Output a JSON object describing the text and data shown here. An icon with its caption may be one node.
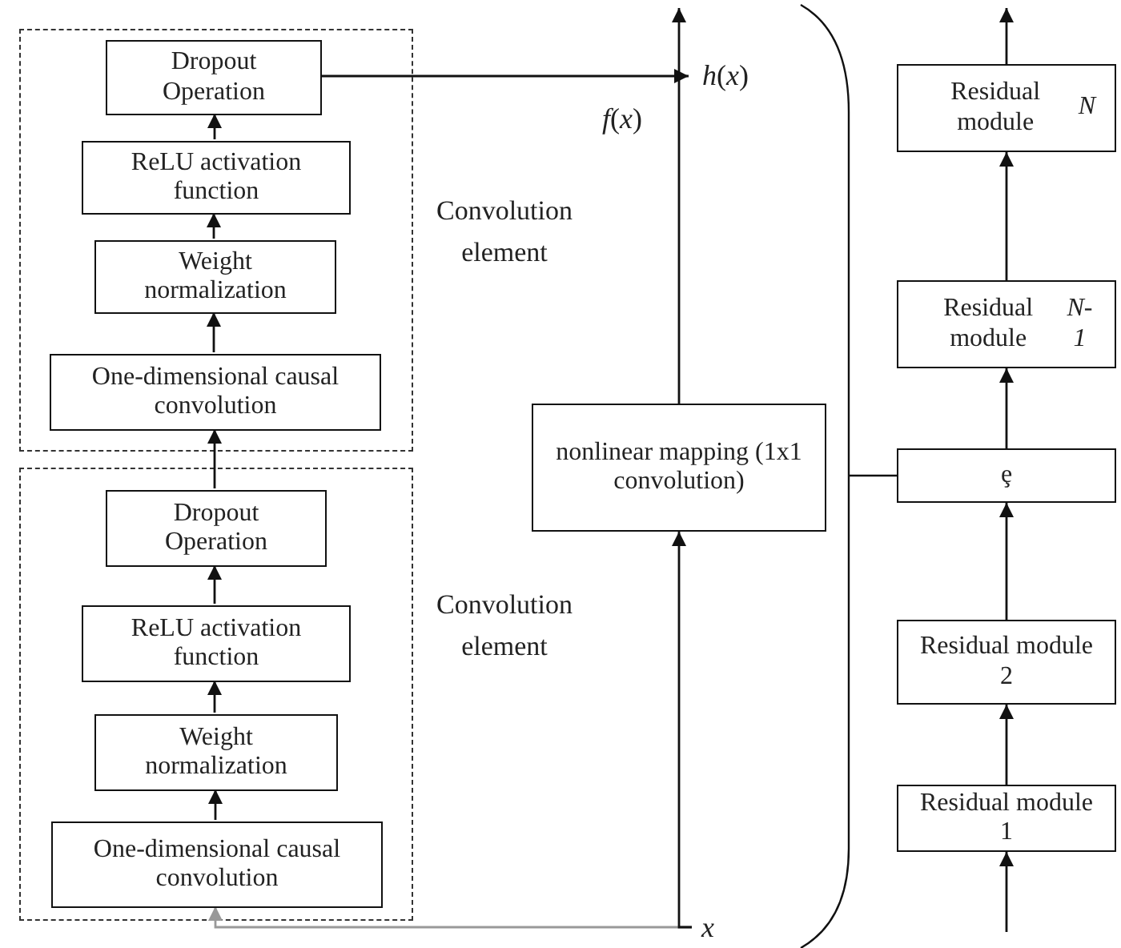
{
  "diagram": {
    "nodes": [
      {
        "text": [
          "Convolution element"
        ]
      },
      {
        "text": [
          "Dropout Operation"
        ],
        "in": 0
      },
      {
        "text": [
          "ReLU activation function"
        ],
        "in": 0
      },
      {
        "text": [
          "Weight normalization"
        ],
        "in": 0
      },
      {
        "text": [
          "One-dimensional causal convolution"
        ],
        "in": 0
      },
      {
        "text": [
          "Convolution element"
        ]
      },
      {
        "text": [
          "Dropout Operation"
        ],
        "in": 5
      },
      {
        "text": [
          "ReLU activation function"
        ],
        "in": 5
      },
      {
        "text": [
          "Weight normalization"
        ],
        "in": 5
      },
      {
        "text": [
          "One-dimensional causal convolution"
        ],
        "in": 5
      },
      {
        "text": [
          "nonlinear mapping (1x1 convolution)"
        ]
      },
      {
        "text": [
          "x"
        ]
      },
      {
        "text": [
          "Residual module *N*"
        ]
      },
      {
        "text": [
          "Residual module *N-1*"
        ]
      },
      {
        "text": [
          "ȩ"
        ]
      },
      {
        "text": [
          "Residual module 2"
        ]
      },
      {
        "text": [
          "Residual module 1"
        ]
      },
      {
        "text": [
          "*h*(*x*)"
        ]
      }
    ],
    "edges": [
      {
        "from": 11,
        "to": 9,
        "arrow": "to",
        "color": "#999999"
      },
      {
        "from": 11,
        "to": 10,
        "arrow": "to"
      },
      {
        "from": 9,
        "to": 8,
        "arrow": "to"
      },
      {
        "from": 8,
        "to": 7,
        "arrow": "to"
      },
      {
        "from": 7,
        "to": 6,
        "arrow": "to"
      },
      {
        "from": 6,
        "to": 4,
        "arrow": "to"
      },
      {
        "from": 4,
        "to": 3,
        "arrow": "to"
      },
      {
        "from": 3,
        "to": 2,
        "arrow": "to"
      },
      {
        "from": 2,
        "to": 1,
        "arrow": "to"
      },
      {
        "from": 1,
        "to": 17,
        "arrow": "to"
      },
      {
        "from": 10,
        "to": null,
        "arrow": "to",
        "label": "*f*(*x*)"
      },
      {
        "from": null,
        "to": 16,
        "arrow": "to"
      },
      {
        "from": 16,
        "to": 15,
        "arrow": "to"
      },
      {
        "from": 15,
        "to": 14,
        "arrow": "to"
      },
      {
        "from": 14,
        "to": 13,
        "arrow": "to"
      },
      {
        "from": 13,
        "to": 12,
        "arrow": "to"
      },
      {
        "from": 12,
        "to": null,
        "arrow": "to"
      }
    ]
  }
}
